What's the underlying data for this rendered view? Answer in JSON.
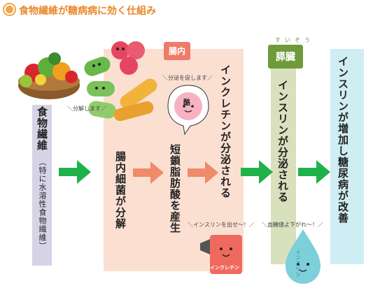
{
  "title": "食物繊維が糖病病に効く仕組み",
  "stages": {
    "fiber": "食物繊維",
    "fiber_note": "（特に水溶性食物繊維）",
    "gut_label": "腸内",
    "bacteria": "腸内細菌が分解",
    "scfa": "短鎖脂肪酸を産生",
    "incretin": "インクレチンが分泌される",
    "pancreas_label": "膵臓",
    "pancreas_ruby": "すいぞう",
    "insulin": "インスリンが分泌される",
    "result": "インスリンが増加し糖尿病が改善"
  },
  "speech": {
    "break_down": "＼分解します／",
    "promote": "＼分泌を促します／",
    "acid_char": "酪",
    "insulin_call": "＼インスリンを出せ〜！／",
    "sugar_down": "＼血糖値よ下がれ〜！／",
    "incretin_char": "インクレチン",
    "insulin_char": "インスリン"
  },
  "colors": {
    "title": "#e8892a",
    "gut_bg": "#fbe0d2",
    "gut_label": "#f07b68",
    "orange_arrow": "#ef8a6a",
    "green_arrow": "#1fb24a",
    "pancreas_bg": "#d9e0bd",
    "pancreas_label": "#6f9a3a",
    "fiber_bar": "#d7d3e6",
    "result_bg": "#cfeef3",
    "emphasis_dot": "#e0245e"
  }
}
